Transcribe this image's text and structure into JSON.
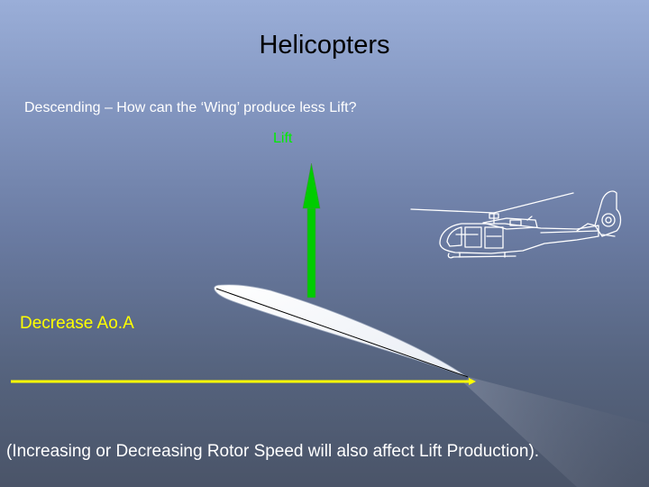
{
  "slide": {
    "title": "Helicopters",
    "subtitle": "Descending – How can the ‘Wing’ produce less Lift?",
    "lift_label": "Lift",
    "aoa_label": "Decrease Ao.A",
    "footnote": "(Increasing or Decreasing Rotor Speed will also affect Lift Production)."
  },
  "colors": {
    "lift_arrow": "#00cc00",
    "airflow_line": "#ffff00",
    "airfoil": "#ffffff",
    "text": "#ffffff"
  },
  "icons": {
    "helicopter": "helicopter-line-drawing-icon"
  }
}
